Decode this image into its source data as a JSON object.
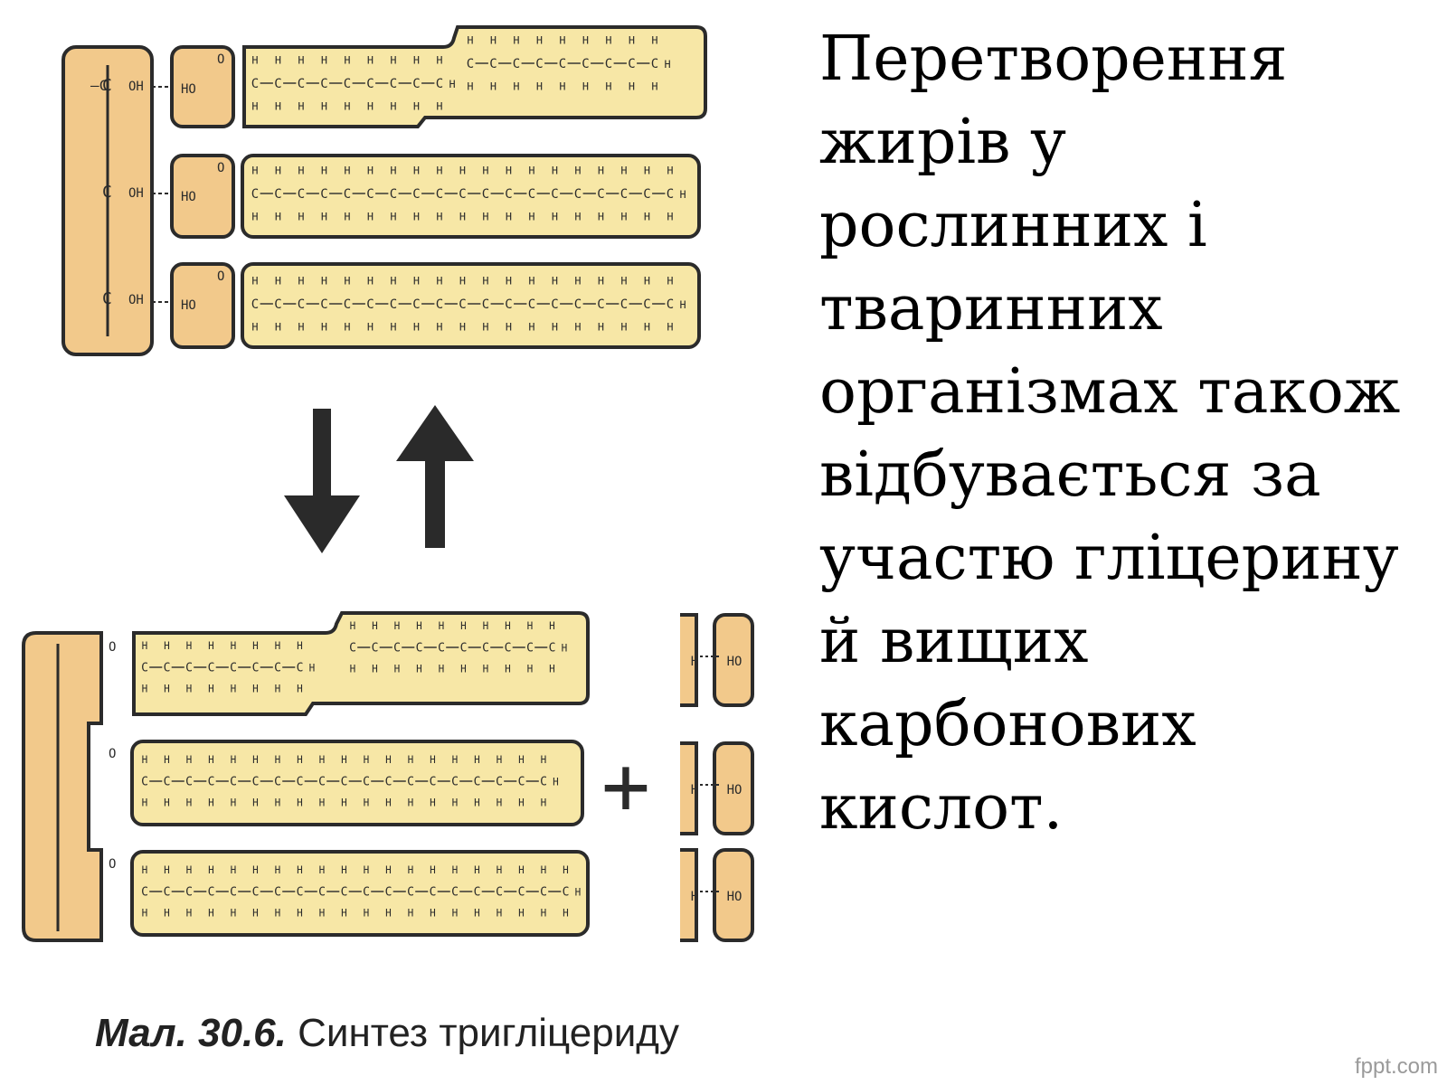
{
  "slide": {
    "text_lines": [
      "Перетворення",
      "жирів у",
      "рослинних і",
      "тваринних",
      "організмах також",
      "відбувається за",
      "участю гліцерину",
      "й вищих",
      "карбонових",
      "кислот."
    ]
  },
  "figure": {
    "caption_label": "Мал. 30.6.",
    "caption_text": " Синтез тригліцериду",
    "atoms": {
      "carbon": "C",
      "hydrogen": "H",
      "oxygen": "O",
      "hydroxyl_left": "OH",
      "hydroxyl_right": "HO",
      "plus": "+"
    },
    "colors": {
      "fill": "#f7e7a6",
      "glycerol_fill": "#f2c98b",
      "outline": "#2b2b2b",
      "arrow": "#2a2a2a"
    }
  },
  "watermark": "fppt.com"
}
